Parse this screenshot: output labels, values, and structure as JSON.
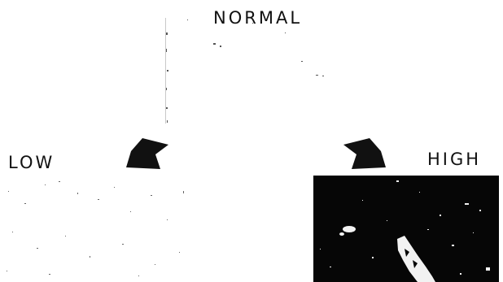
{
  "labels": {
    "normal": "NORMAL",
    "low": "LOW",
    "high": "HIGH"
  },
  "panels": {
    "normal": {
      "background": "#ffffff",
      "brightness": "normal"
    },
    "low": {
      "background": "#ffffff",
      "brightness": "low"
    },
    "high": {
      "background": "#060606",
      "brightness": "high"
    }
  },
  "arrows": [
    {
      "name": "arrow-to-low",
      "direction": "down-left"
    },
    {
      "name": "arrow-to-high",
      "direction": "down-right"
    }
  ],
  "colors": {
    "arrow": "#111111",
    "text": "#111111",
    "speckle_dark": "#555555",
    "speckle_light": "#f2f2f2"
  }
}
